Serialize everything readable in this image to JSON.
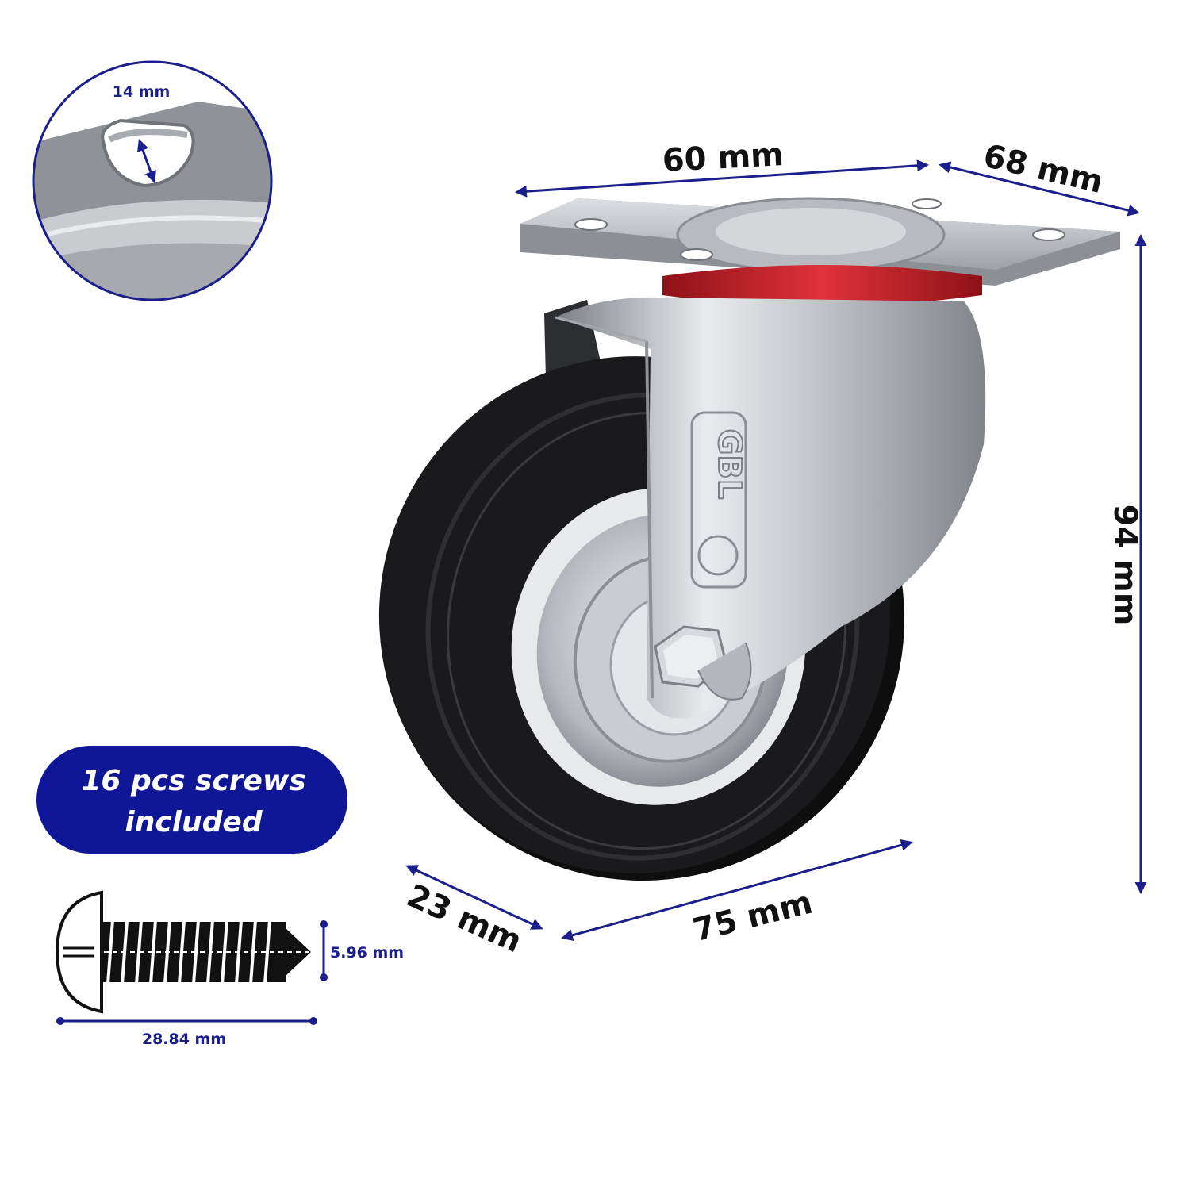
{
  "dimensions": {
    "plate_width": "60 mm",
    "plate_depth": "68 mm",
    "total_height": "94 mm",
    "wheel_diameter": "75 mm",
    "wheel_width": "23 mm",
    "hole_diameter": "14 mm",
    "screw_diameter": "5.96 mm",
    "screw_length": "28.84 mm"
  },
  "badge": {
    "line1": "16 pcs screws",
    "line2": "included"
  },
  "brand_mark": "GBL",
  "colors": {
    "arrow_blue": "#1a1f8c",
    "badge_blue": "#0f1796",
    "swivel_ring_red": "#c8222a",
    "tyre_black": "#151515",
    "steel_grey": "#b9bcc0"
  }
}
